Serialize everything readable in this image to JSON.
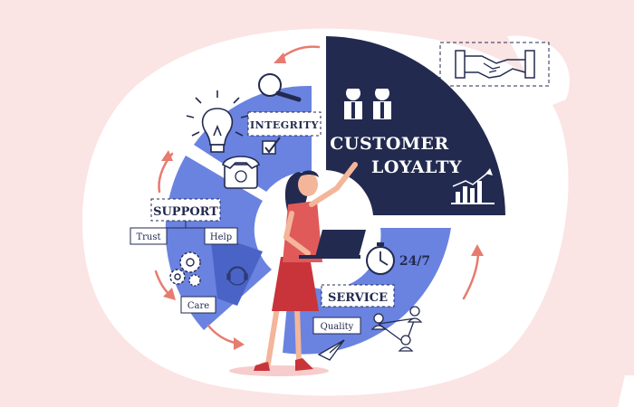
{
  "diagram": {
    "center_title_line1": "CUSTOMER",
    "center_title_line2": "LOYALTY",
    "segments": {
      "integrity": "INTEGRITY",
      "support": "SUPPORT",
      "service": "SERVICE"
    },
    "tags": {
      "trust": "Trust",
      "help": "Help",
      "care": "Care",
      "quality": "Quality"
    },
    "availability": "24/7"
  },
  "colors": {
    "background": "#fbe4e4",
    "blob": "#ffffff",
    "navy": "#232a4f",
    "blue": "#6a83e0",
    "light_blue": "#8ea2ee",
    "arrow": "#e77b6f",
    "dress_red": "#c8343a",
    "skin": "#f3b69a"
  },
  "icons": [
    "handshake-icon",
    "lightbulb-icon",
    "magnifier-icon",
    "phone-icon",
    "checkbox-icon",
    "gears-icon",
    "clock-icon",
    "network-icon",
    "paper-plane-icon",
    "bar-chart-icon",
    "people-icon",
    "headset-icon"
  ]
}
